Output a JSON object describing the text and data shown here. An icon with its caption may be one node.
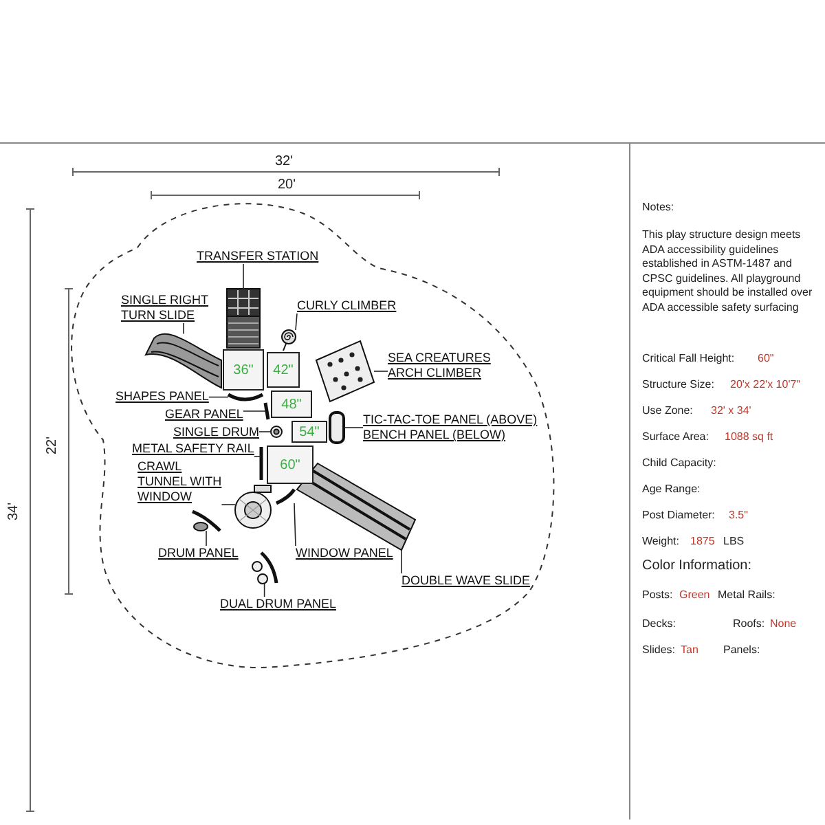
{
  "diagram": {
    "nodes": [
      {
        "text": [
          "TRANSFER STATION"
        ]
      },
      {
        "text": [
          "SINGLE RIGHT TURN SLIDE"
        ]
      },
      {
        "text": [
          "CURLY CLIMBER"
        ]
      },
      {
        "text": [
          "SEA CREATURES ARCH CLIMBER"
        ]
      },
      {
        "text": [
          "SHAPES PANEL"
        ]
      },
      {
        "text": [
          "GEAR PANEL"
        ]
      },
      {
        "text": [
          "TIC-TAC-TOE PANEL (ABOVE)",
          "BENCH PANEL (BELOW)"
        ]
      },
      {
        "text": [
          "SINGLE DRUM"
        ]
      },
      {
        "text": [
          "METAL SAFETY RAIL"
        ]
      },
      {
        "text": [
          "CRAWL TUNNEL WITH WINDOW"
        ]
      },
      {
        "text": [
          "DRUM PANEL"
        ]
      },
      {
        "text": [
          "WINDOW PANEL"
        ]
      },
      {
        "text": [
          "DOUBLE WAVE SLIDE"
        ]
      },
      {
        "text": [
          "DUAL DRUM PANEL"
        ]
      },
      {
        "text": [
          "36\""
        ]
      },
      {
        "text": [
          "42\""
        ]
      },
      {
        "text": [
          "48\""
        ]
      },
      {
        "text": [
          "54\""
        ]
      },
      {
        "text": [
          "60\""
        ]
      },
      {
        "text": [],
        "shape": "picture"
      },
      {
        "text": [],
        "shape": "picture"
      },
      {
        "text": [],
        "shape": "picture"
      },
      {
        "text": [],
        "shape": "picture"
      },
      {
        "text": [],
        "shape": "picture"
      },
      {
        "text": [],
        "shape": "picture"
      },
      {
        "text": [],
        "shape": "picture"
      },
      {
        "text": [],
        "shape": "picture"
      },
      {
        "text": [],
        "shape": "picture"
      },
      {
        "text": [],
        "shape": "picture"
      },
      {
        "text": [],
        "shape": "picture"
      },
      {
        "text": [],
        "shape": "picture"
      },
      {
        "text": [],
        "shape": "picture"
      },
      {
        "text": [],
        "shape": "picture"
      }
    ],
    "edges": [
      {
        "from": 0,
        "to": 19,
        "arrow": "none"
      },
      {
        "from": 1,
        "to": 20,
        "arrow": "none"
      },
      {
        "from": 2,
        "to": 21,
        "arrow": "none"
      },
      {
        "from": 3,
        "to": 22,
        "arrow": "none"
      },
      {
        "from": 4,
        "to": 23,
        "arrow": "none"
      },
      {
        "from": 5,
        "to": 24,
        "arrow": "none"
      },
      {
        "from": 6,
        "to": 25,
        "arrow": "none"
      },
      {
        "from": 7,
        "to": 26,
        "arrow": "none"
      },
      {
        "from": 8,
        "to": 27,
        "arrow": "none"
      },
      {
        "from": 9,
        "to": 28,
        "arrow": "none"
      },
      {
        "from": 10,
        "to": 29,
        "arrow": "none"
      },
      {
        "from": 11,
        "to": 30,
        "arrow": "none"
      },
      {
        "from": 12,
        "to": 31,
        "arrow": "none"
      },
      {
        "from": 13,
        "to": 32,
        "arrow": "none"
      }
    ],
    "labels": [
      "32'",
      "20'",
      "34'",
      "22'",
      "Notes:",
      "This play structure design meets ADA accessibility guidelines established in ASTM-1487 and CPSC guidelines. All playground equipment should be installed over ADA accessible safety surfacing",
      "Critical Fall Height:",
      "60\"",
      "Structure Size:",
      "20'x 22'x 10'7\"",
      "Use Zone:",
      "32' x 34'",
      "Surface Area:",
      "1088 sq ft",
      "Child Capacity:",
      "Age Range:",
      "Post Diameter:",
      "3.5\"",
      "Weight:",
      "1875",
      "LBS",
      "Color Information:",
      "Posts:",
      "Green",
      "Metal Rails:",
      "Decks:",
      "Roofs:",
      "None",
      "Slides:",
      "Tan",
      "Panels:"
    ]
  }
}
